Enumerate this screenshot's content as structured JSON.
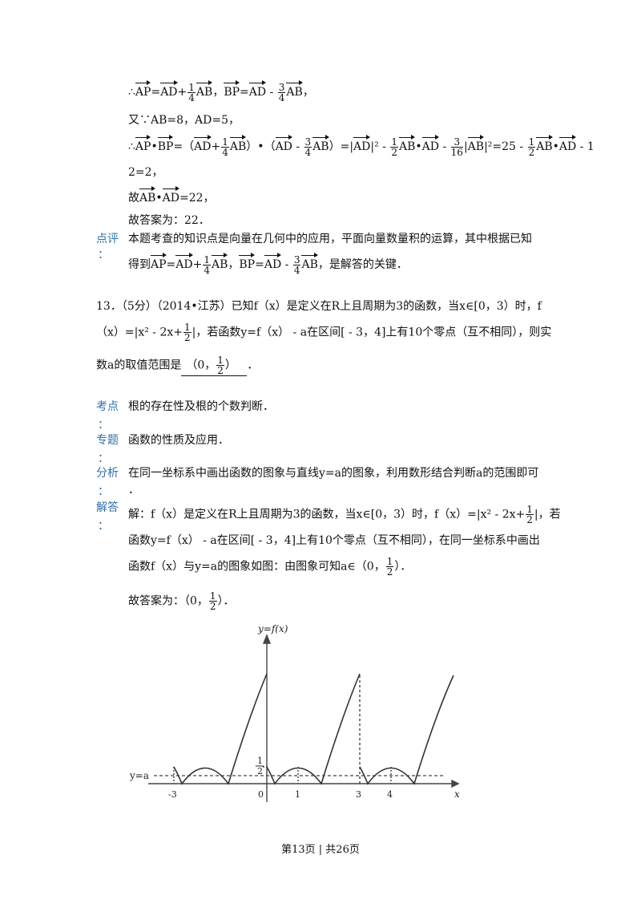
{
  "sol12": {
    "line1": {
      "therefore": "∴",
      "ap": "AP",
      "eq1": "=",
      "ad": "AD",
      "plus": "+",
      "f1n": "1",
      "f1d": "4",
      "ab": "AB",
      "sep": "，",
      "bp": "BP",
      "eq2": "=",
      "ad2": "AD",
      "minus": " - ",
      "f2n": "3",
      "f2d": "4",
      "ab2": "AB",
      "end": "，"
    },
    "line2": "又∵AB=8，AD=5，",
    "line3": {
      "therefore": "∴",
      "ap": "AP",
      "dot": "•",
      "bp": "BP",
      "eq": "=（",
      "ad": "AD",
      "plus": "+",
      "f1n": "1",
      "f1d": "4",
      "ab": "AB",
      "close1": "）",
      "bullet": "•",
      "open2": "（",
      "ad2": "AD",
      "minus": " - ",
      "f2n": "3",
      "f2d": "4",
      "ab2": "AB",
      "close2": "）=|",
      "ad3": "AD",
      "sq": "|² - ",
      "f3n": "1",
      "f3d": "2",
      "ab3": "AB",
      "dot2": "•",
      "ad4": "AD",
      "minus2": " - ",
      "f4n": "3",
      "f4d": "16",
      "abs": "|",
      "ab4": "AB",
      "sq2": "|²=25 - ",
      "f5n": "1",
      "f5d": "2",
      "ab5": "AB",
      "dot3": "•",
      "ad5": "AD",
      "tail": " - 1"
    },
    "line4": "2=2，",
    "line5": {
      "pre": "故",
      "ab": "AB",
      "dot": "•",
      "ad": "AD",
      "post": "=22，"
    },
    "line6": "故答案为：22．",
    "comment_label": "点评",
    "comment_colon": "：",
    "comment_line1": "本题考查的知识点是向量在几何中的应用，平面向量数量积的运算，其中根据已知",
    "comment_line2": {
      "pre": "得到",
      "ap": "AP",
      "eq1": "=",
      "ad": "AD",
      "plus": "+",
      "f1n": "1",
      "f1d": "4",
      "ab": "AB",
      "sep": "，",
      "bp": "BP",
      "eq2": "=",
      "ad2": "AD",
      "minus": " - ",
      "f2n": "3",
      "f2d": "4",
      "ab2": "AB",
      "post": "，是解答的关键．"
    }
  },
  "q13": {
    "line1": "13．（5分）（2014•江苏）已知f（x）是定义在R上且周期为3的函数，当x∈[0，3）时，f",
    "line2": {
      "pre": "（x）=|x² - 2x+",
      "fn": "1",
      "fd": "2",
      "post": "|，若函数y=f（x） - a在区间[ - 3，4]上有10个零点（互不相同），则实"
    },
    "line3": {
      "pre": "数a的取值范围是",
      "ans_pre": "（0，",
      "fn": "1",
      "fd": "2",
      "ans_post": "）",
      "end": "．"
    }
  },
  "analysis": {
    "kaodian_label": "考点",
    "kaodian": "根的存在性及根的个数判断．",
    "zhuanti_label": "专题",
    "zhuanti": "函数的性质及应用．",
    "fenxi_label": "分析",
    "fenxi": "在同一坐标系中画出函数的图象与直线y=a的图象，利用数形结合判断a的范围即可",
    "fenxi_end": "．",
    "jieda_label": "解答",
    "colon": "：",
    "jieda_line1": {
      "pre": "解：f（x）是定义在R上且周期为3的函数，当x∈[0，3）时，f（x）=|x² - 2x+",
      "fn": "1",
      "fd": "2",
      "post": "|，若"
    },
    "jieda_line2": "函数y=f（x） - a在区间[ - 3，4]上有10个零点（互不相同），在同一坐标系中画出",
    "jieda_line3": {
      "pre": "函数f（x）与y=a的图象如图：由图象可知",
      "a": "a",
      "in": "∈",
      "open": "（0，",
      "fn": "1",
      "fd": "2",
      "close": "）",
      "end": "．"
    },
    "answer": {
      "pre": "故答案为：（0，",
      "fn": "1",
      "fd": "2",
      "post": "）．"
    }
  },
  "graph": {
    "ylabel": "y=f(x)",
    "xlabel": "x",
    "line_label": "y=a",
    "half_n": "1",
    "half_d": "2",
    "ticks": [
      "-3",
      "0",
      "1",
      "3",
      "4"
    ]
  },
  "footer": "第13页 | 共26页"
}
